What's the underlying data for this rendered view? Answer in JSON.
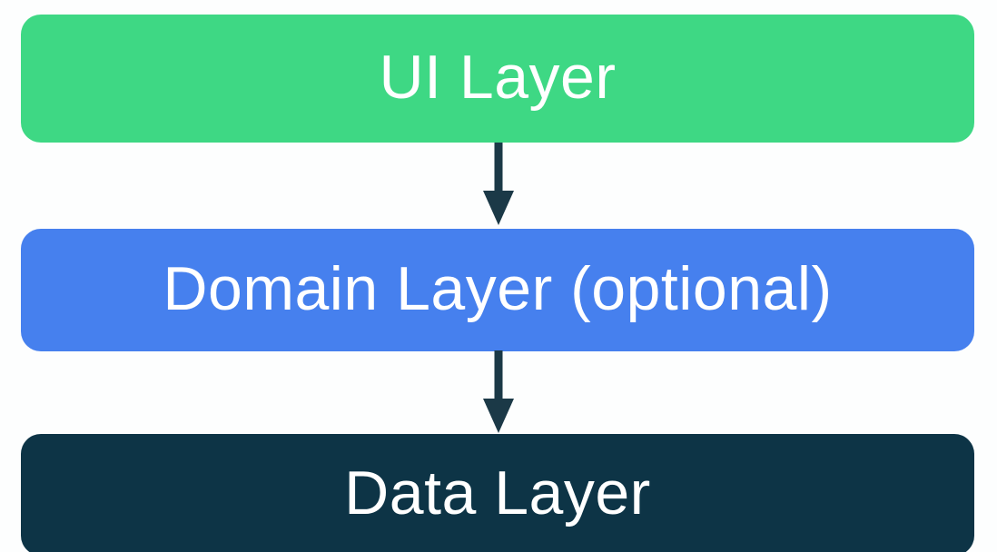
{
  "diagram": {
    "layers": [
      {
        "label": "UI Layer",
        "color": "#3ed884",
        "text_color": "#ffffff"
      },
      {
        "label": "Domain Layer (optional)",
        "color": "#4680ee",
        "text_color": "#ffffff"
      },
      {
        "label": "Data Layer",
        "color": "#0d3446",
        "text_color": "#ffffff"
      }
    ],
    "arrows": [
      {
        "from": "UI Layer",
        "to": "Domain Layer (optional)",
        "direction": "down"
      },
      {
        "from": "Domain Layer (optional)",
        "to": "Data Layer",
        "direction": "down"
      }
    ],
    "colors": {
      "background": "#fdfefe",
      "arrow": "#1b3947"
    }
  }
}
